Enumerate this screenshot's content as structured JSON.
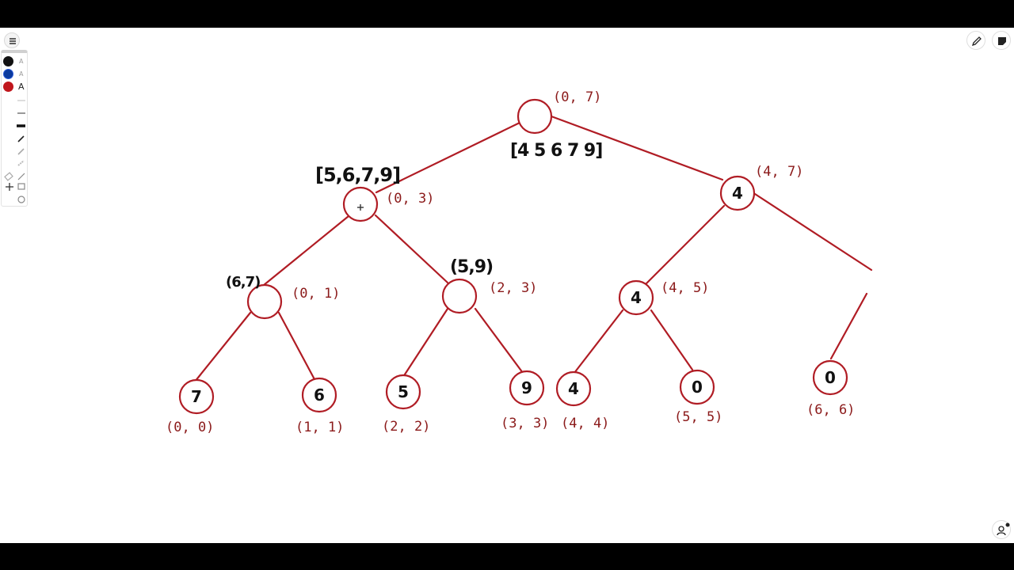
{
  "app": {
    "colors": {
      "letterbox": "#000000",
      "canvas": "#ffffff",
      "ink_red": "#b01c24",
      "ink_black": "#111111",
      "label_red": "#8b1a1a"
    }
  },
  "toolbar": {
    "menu_icon": "hamburger-icon",
    "swatches": [
      {
        "name": "black",
        "color": "#111111",
        "label": "A",
        "active": false
      },
      {
        "name": "blue",
        "color": "#0b3a9e",
        "label": "A",
        "active": false
      },
      {
        "name": "red",
        "color": "#c0161c",
        "label": "A",
        "active": true
      }
    ],
    "tools": [
      "thin-stroke-icon",
      "medium-stroke-icon",
      "thick-stroke-icon",
      "pen-icon",
      "highlighter-icon",
      "marker-icon",
      "eraser-icon",
      "line-icon",
      "move-icon",
      "rectangle-icon",
      "circle-icon"
    ]
  },
  "top_right": {
    "edit_icon": "pencil-icon",
    "note_icon": "sticky-note-icon"
  },
  "bottom_right": {
    "user_icon": "user-lock-icon"
  },
  "tree": {
    "nodes": [
      {
        "id": "n07",
        "range": "(0, 7)",
        "value": ""
      },
      {
        "id": "n03",
        "range": "(0, 3)",
        "value": ""
      },
      {
        "id": "n47",
        "range": "(4, 7)",
        "value": "4"
      },
      {
        "id": "n01",
        "range": "(0, 1)",
        "value": ""
      },
      {
        "id": "n23",
        "range": "(2, 3)",
        "value": ""
      },
      {
        "id": "n45",
        "range": "(4, 5)",
        "value": "4"
      },
      {
        "id": "n00",
        "range": "(0, 0)",
        "value": "7"
      },
      {
        "id": "n11",
        "range": "(1, 1)",
        "value": "6"
      },
      {
        "id": "n22",
        "range": "(2, 2)",
        "value": "5"
      },
      {
        "id": "n33",
        "range": "(3, 3)",
        "value": "9"
      },
      {
        "id": "n44",
        "range": "(4, 4)",
        "value": "4"
      },
      {
        "id": "n55",
        "range": "(5, 5)",
        "value": "0"
      },
      {
        "id": "n66",
        "range": "(6, 6)",
        "value": "0"
      }
    ],
    "annotations": [
      {
        "id": "a07",
        "text": "[4 5 6 7 9]"
      },
      {
        "id": "a03",
        "text": "[5,6,7,9]"
      },
      {
        "id": "a01",
        "text": "(6,7)"
      },
      {
        "id": "a23",
        "text": "(5,9)"
      }
    ]
  }
}
